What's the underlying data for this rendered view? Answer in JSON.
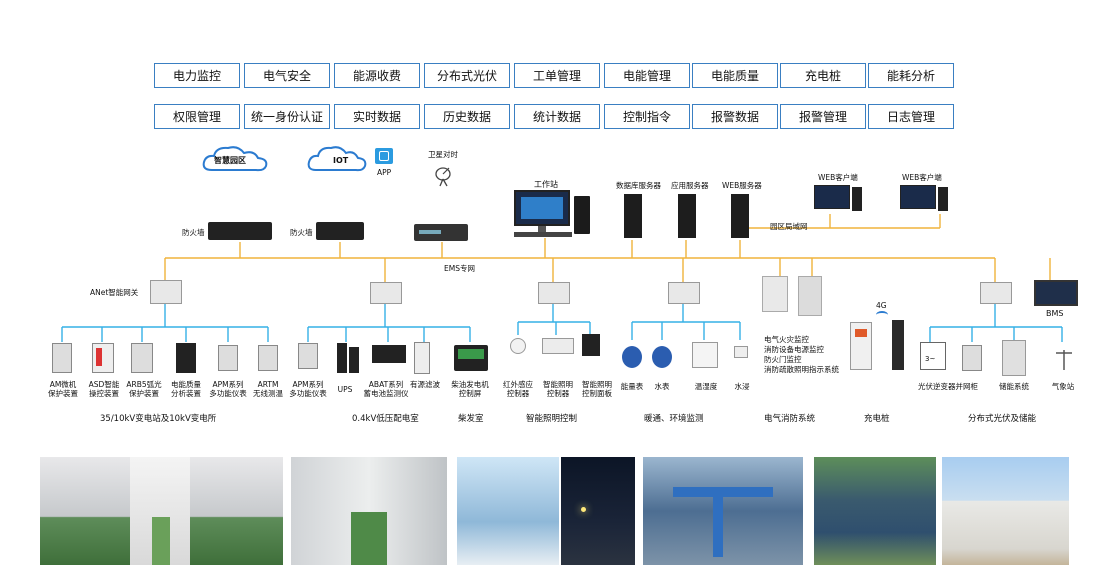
{
  "func_row1": [
    "电力监控",
    "电气安全",
    "能源收费",
    "分布式光伏",
    "工单管理",
    "电能管理",
    "电能质量",
    "充电桩",
    "能耗分析"
  ],
  "func_row2": [
    "权限管理",
    "统一身份认证",
    "实时数据",
    "历史数据",
    "统计数据",
    "控制指令",
    "报警数据",
    "报警管理",
    "日志管理"
  ],
  "top": {
    "cloud1": "智慧园区",
    "cloud2": "IOT",
    "app": "APP",
    "satellite": "卫星对时",
    "firewall1": "防火墙",
    "firewall2": "防火墙",
    "workstation": "工作站",
    "db_server": "数据库服务器",
    "app_server": "应用服务器",
    "web_server": "WEB服务器",
    "web_client1": "WEB客户端",
    "web_client2": "WEB客户端",
    "lan": "园区局域网",
    "ems": "EMS专网"
  },
  "gateway": "ANet智能网关",
  "bms": "BMS",
  "g4": "4G",
  "fire_system": [
    "电气火灾监控",
    "消防设备电源监控",
    "防火门监控",
    "消防疏散照明指示系统"
  ],
  "devices": {
    "d1": [
      "AM微机",
      "保护装置"
    ],
    "d2": [
      "ASD智能",
      "操控装置"
    ],
    "d3": [
      "ARB5弧光",
      "保护装置"
    ],
    "d4": [
      "电能质量",
      "分析装置"
    ],
    "d5": [
      "APM系列",
      "多功能仪表"
    ],
    "d6": [
      "ARTM",
      "无线测温"
    ],
    "d7": [
      "APM系列",
      "多功能仪表"
    ],
    "d8": "UPS",
    "d9": [
      "ABAT系列",
      "蓄电池监测仪"
    ],
    "d10": "有源滤波",
    "d11": [
      "柴油发电机",
      "控制屏"
    ],
    "d12": [
      "红外感应",
      "控制器"
    ],
    "d13": [
      "智能照明",
      "控制器"
    ],
    "d14": [
      "智能照明",
      "控制面板"
    ],
    "d15": "能量表",
    "d16": "水表",
    "d17": "温湿度",
    "d18": "水浸",
    "d19": "光伏逆变器",
    "d20": "并网柜",
    "d21": "储能系统",
    "d22": "气象站"
  },
  "groups": [
    "35/10kV变电站及10kV变电所",
    "0.4kV低压配电室",
    "柴发室",
    "智能照明控制",
    "暖通、环境监测",
    "电气消防系统",
    "充电桩",
    "分布式光伏及储能"
  ],
  "colors": {
    "box_border": "#3a7fc2",
    "trunk": "#f0b43c",
    "branch": "#35b0e6",
    "cloud": "#2b7bd0"
  }
}
